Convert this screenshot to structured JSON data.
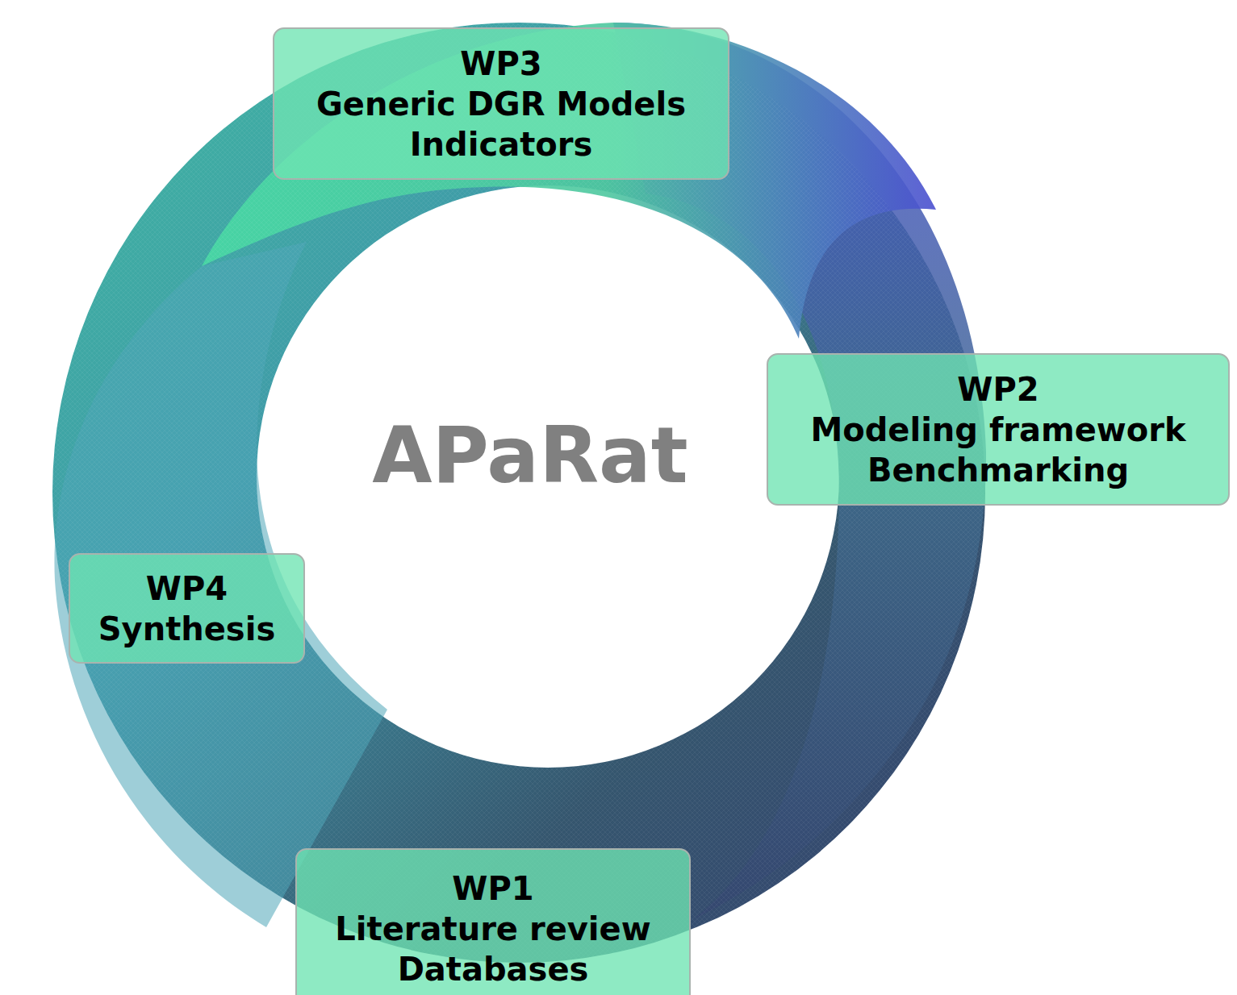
{
  "diagram": {
    "nodes": [
      {
        "text": [
          "WP3",
          "Generic DGR Models",
          "Indicators"
        ]
      },
      {
        "text": [
          "WP2",
          "Modeling framework",
          "Benchmarking"
        ]
      },
      {
        "text": [
          "WP4",
          "Synthesis"
        ]
      },
      {
        "text": [
          "WP1",
          "Literature review",
          "Databases"
        ]
      }
    ],
    "labels": [
      "APaRat"
    ]
  }
}
